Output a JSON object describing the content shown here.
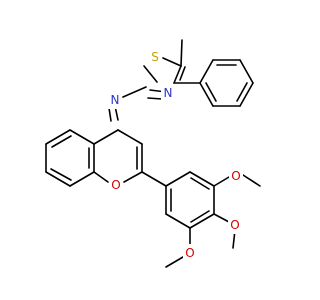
{
  "molecule": {
    "atoms": {
      "S1": {
        "symbol": "S",
        "color": "#c8a000"
      },
      "N_thz": {
        "symbol": "N",
        "color": "#2b35c9"
      },
      "N_imine": {
        "symbol": "N",
        "color": "#2b35c9"
      },
      "O_ring": {
        "symbol": "O",
        "color": "#d40000"
      },
      "O_m1": {
        "symbol": "O",
        "color": "#d40000"
      },
      "O_p": {
        "symbol": "O",
        "color": "#d40000"
      },
      "O_m2": {
        "symbol": "O",
        "color": "#d40000"
      }
    }
  }
}
